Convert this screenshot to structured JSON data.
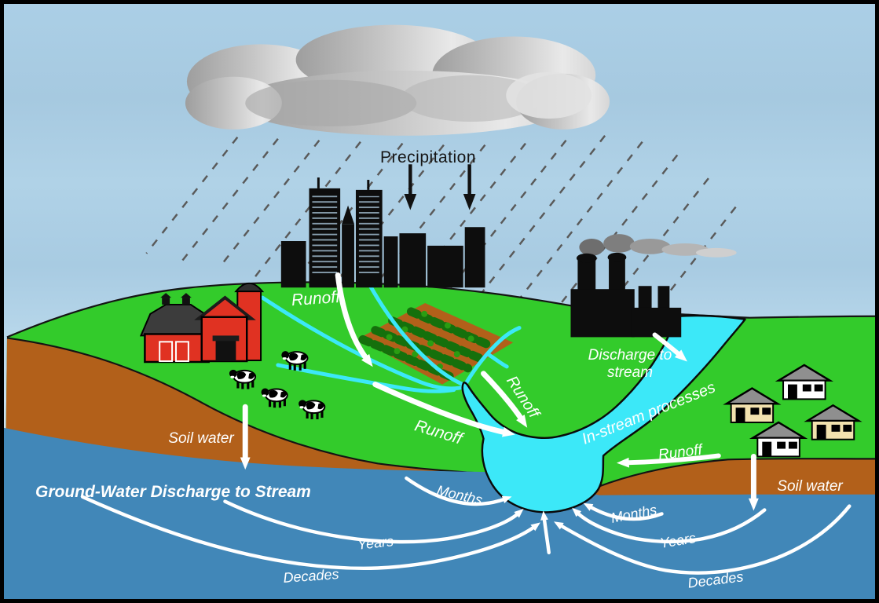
{
  "scene": {
    "precipitation_label": "Precipitation",
    "runoff_labels": {
      "city": "Runoff",
      "valley": "Runoff",
      "field": "Runoff",
      "right_bank": "Runoff"
    },
    "discharge_to_stream_label": "Discharge to stream",
    "in_stream_processes_label": "In-stream processes",
    "soil_water_left_label": "Soil water",
    "soil_water_right_label": "Soil water",
    "groundwater_discharge_label": "Ground-Water Discharge to Stream",
    "timescales_left": {
      "months": "Months",
      "years": "Years",
      "decades": "Decades"
    },
    "timescales_right": {
      "months": "Months",
      "years": "Years",
      "decades": "Decades"
    }
  },
  "colors": {
    "sky_top": "#abcfe6",
    "sky_horizon": "#e9f1f6",
    "land_green": "#33cb2b",
    "soil_brown": "#b2601a",
    "groundwater_blue": "#4187b8",
    "stream_cyan": "#3ce8f8",
    "cloud_gray": "#c2c2c2",
    "barn_red": "#e03222",
    "house_tan": "#f2e2ae",
    "roof_gray": "#8f8f8f",
    "silhouette_black": "#0d0d0d",
    "label_white": "#ffffff",
    "rain_gray": "#5a5a5a"
  }
}
